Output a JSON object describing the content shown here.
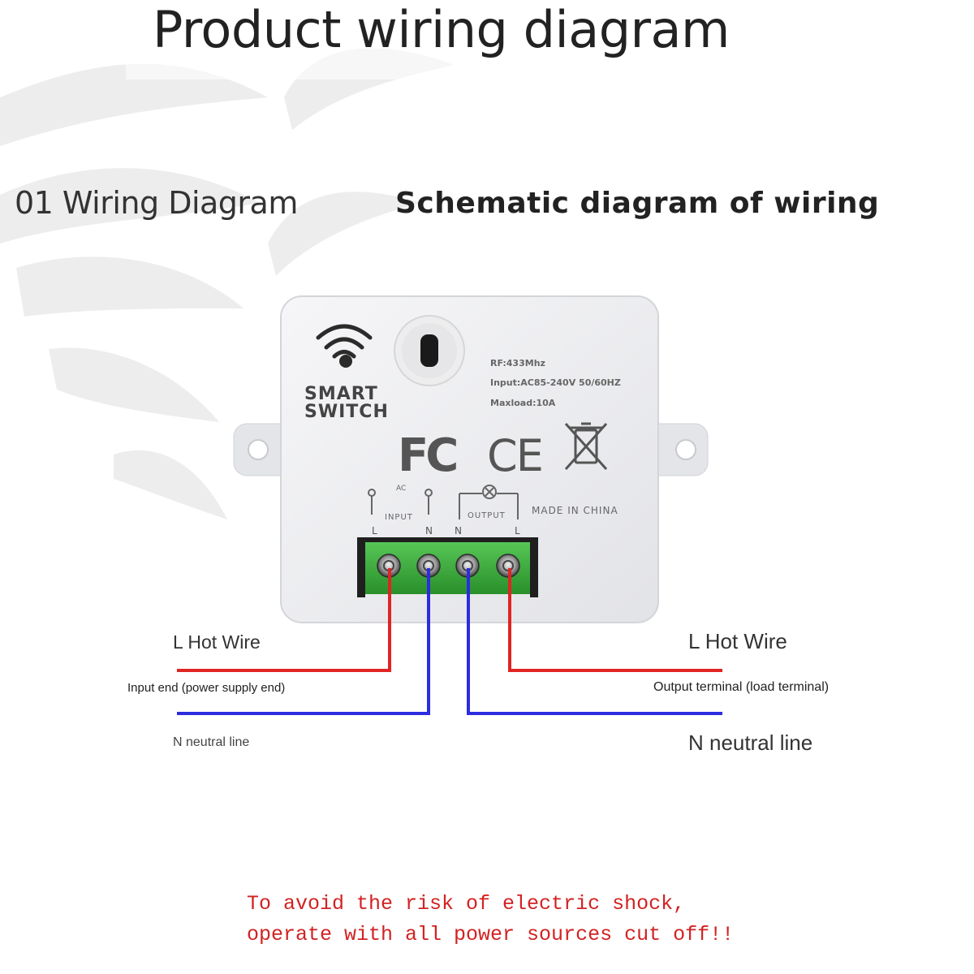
{
  "header": {
    "title": "Product wiring diagram"
  },
  "section": {
    "heading": "01 Wiring Diagram",
    "schematic_heading": "Schematic diagram of wiring"
  },
  "device": {
    "brand_line1": "SMART",
    "brand_line2": "SWITCH",
    "rf": "RF:433Mhz",
    "input": "Input:AC85-240V 50/60HZ",
    "maxload": "Maxload:10A",
    "fcc_mark": "FC",
    "ce_mark": "CE",
    "ac_label": "AC",
    "input_label": "INPUT",
    "output_label": "OUTPUT",
    "made_in": "MADE IN CHINA",
    "terminals": [
      "L",
      "N",
      "N",
      "L"
    ],
    "colors": {
      "body": "#ebecef",
      "terminal_block": "#3aa83a",
      "hot_wire": "#e02424",
      "neutral_wire": "#2c2ce0"
    }
  },
  "labels": {
    "left_hot": "L Hot Wire",
    "left_input_end": "Input end (power supply end)",
    "left_neutral": "N neutral line",
    "right_hot": "L Hot Wire",
    "right_output_terminal": "Output terminal (load terminal)",
    "right_neutral": "N neutral line"
  },
  "warning": {
    "line1": "To avoid the risk of electric shock,",
    "line2": "operate with all power sources cut off!!"
  }
}
